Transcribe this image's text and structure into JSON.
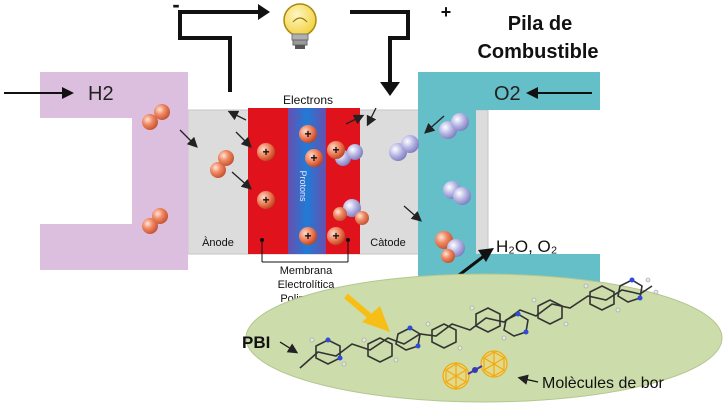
{
  "title": {
    "line1": "Pila de",
    "line2": "Combustible"
  },
  "terminals": {
    "negative": "-",
    "positive": "+"
  },
  "anode_gas": "H2",
  "cathode_gas": "O2",
  "electrons_label": "Electrons",
  "protons_label": "Protons",
  "anode_label": "Ànode",
  "cathode_label": "Càtode",
  "membrane_label": {
    "line1": "Membrana",
    "line2": "Electrolítica",
    "line3": "Polimèrica"
  },
  "product_label": "H₂O, O₂",
  "pbi_label": "PBI",
  "boron_label": "Molècules de bor",
  "colors": {
    "anode_channel": "#dcbfdf",
    "cathode_channel": "#64bfc8",
    "electrode": "#e0121b",
    "membrane": "#2f73c8",
    "cell_body": "#dcdcdc",
    "ellipse": "#ccdcaa",
    "highlight_arrow": "#f7bf16"
  },
  "icons": [
    "lightbulb-icon",
    "hydrogen-molecule-icon",
    "oxygen-molecule-icon",
    "proton-icon",
    "pbi-molecule-icon",
    "boron-cluster-icon"
  ]
}
